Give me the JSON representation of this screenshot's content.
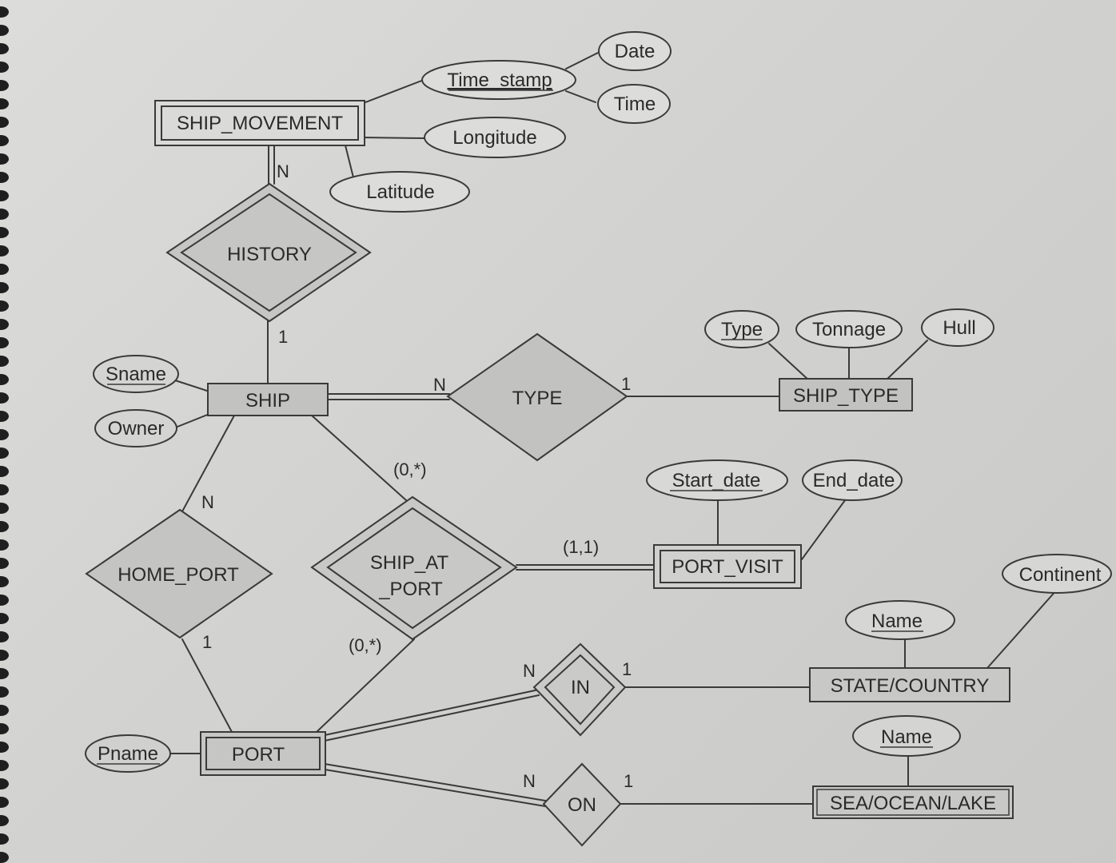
{
  "entities": {
    "ship_movement": "SHIP_MOVEMENT",
    "ship": "SHIP",
    "ship_type": "SHIP_TYPE",
    "port_visit": "PORT_VISIT",
    "state_country": "STATE/COUNTRY",
    "port": "PORT",
    "sea_ocean_lake": "SEA/OCEAN/LAKE"
  },
  "relationships": {
    "history": "HISTORY",
    "type": "TYPE",
    "home_port": "HOME_PORT",
    "ship_at_port_line1": "SHIP_AT",
    "ship_at_port_line2": "_PORT",
    "in": "IN",
    "on": "ON"
  },
  "attributes": {
    "date": "Date",
    "time_stamp": "Time_stamp",
    "time": "Time",
    "longitude": "Longitude",
    "latitude": "Latitude",
    "sname": "Sname",
    "owner": "Owner",
    "type": "Type",
    "tonnage": "Tonnage",
    "hull": "Hull",
    "start_date": "Start_date",
    "end_date": "End_date",
    "continent": "Continent",
    "state_name": "Name",
    "sea_name": "Name",
    "pname": "Pname"
  },
  "cardinalities": {
    "history_ship_movement": "N",
    "history_ship": "1",
    "type_ship": "N",
    "type_ship_type": "1",
    "ship_at_port_ship": "(0,*)",
    "ship_at_port_port": "(0,*)",
    "ship_at_port_visit": "(1,1)",
    "home_port_ship": "N",
    "home_port_port": "1",
    "in_port": "N",
    "in_state": "1",
    "on_port": "N",
    "on_sea": "1"
  }
}
